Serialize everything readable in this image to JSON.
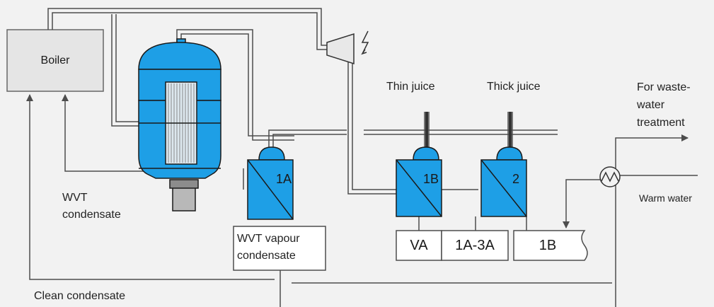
{
  "labels": {
    "boiler": "Boiler",
    "thin_juice": "Thin juice",
    "thick_juice": "Thick juice",
    "wastewater_line1": "For waste-",
    "wastewater_line2": "water",
    "wastewater_line3": "treatment",
    "warm_water": "Warm water",
    "wvt_condensate_line1": "WVT",
    "wvt_condensate_line2": "condensate",
    "clean_condensate": "Clean condensate",
    "wvt_vapour_line1": "WVT vapour",
    "wvt_vapour_line2": "condensate"
  },
  "units": {
    "evap_1a": "1A",
    "evap_1b": "1B",
    "evap_2": "2"
  },
  "tanks": {
    "va": "VA",
    "t_1a3a": "1A-3A",
    "t_1b": "1B"
  },
  "colors": {
    "equipment_fill": "#1e9fe6",
    "line": "#4d4d4d",
    "background": "#f2f2f2",
    "boiler_fill": "#e5e5e5"
  },
  "icons": {
    "compressor": "compressor-icon",
    "lightning": "lightning-icon",
    "heat_exchanger": "heat-exchanger-icon"
  }
}
